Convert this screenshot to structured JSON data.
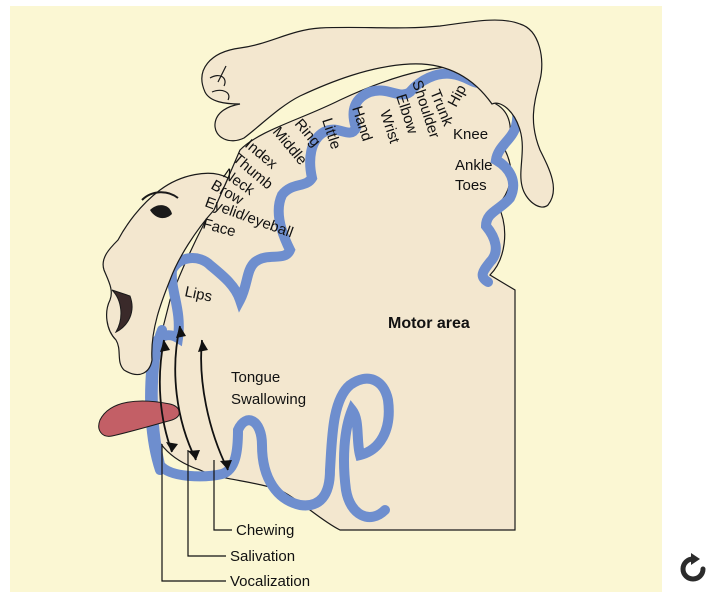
{
  "diagram": {
    "title": "Motor area",
    "body_parts": {
      "hip": "Hip",
      "trunk": "Trunk",
      "shoulder": "Shoulder",
      "elbow": "Elbow",
      "wrist": "Wrist",
      "hand": "Hand",
      "little": "Little",
      "ring": "Ring",
      "middle": "Middle",
      "index": "Index",
      "thumb": "Thumb",
      "neck": "Neck",
      "brow": "Brow",
      "eyelid": "Eyelid/eyeball",
      "face": "Face",
      "knee": "Knee",
      "ankle": "Ankle",
      "toes": "Toes",
      "lips": "Lips",
      "tongue": "Tongue",
      "swallowing": "Swallowing"
    },
    "functions": {
      "chewing": "Chewing",
      "salivation": "Salivation",
      "vocalization": "Vocalization"
    }
  },
  "colors": {
    "background": "#fbf7d3",
    "cortex": "#6e8ece",
    "skin": "#f3e7cf",
    "tongue": "#c35f66",
    "outline": "#1a1a1a"
  },
  "icons": {
    "reload": "reload-icon"
  }
}
